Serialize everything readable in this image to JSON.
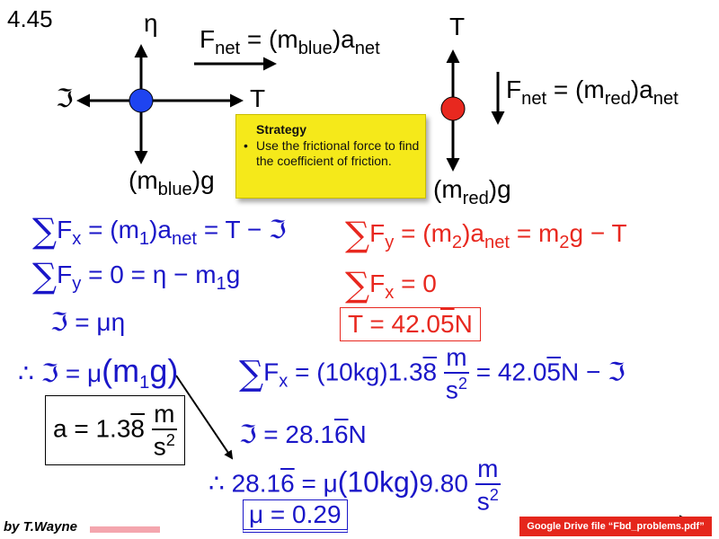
{
  "header": {
    "problem_number": "4.45"
  },
  "blue_fbd": {
    "up_label": "η",
    "left_label": "ℑ",
    "right_label": "T",
    "down_label_pre": "(m",
    "down_label_sub": "blue",
    "down_label_post": ")g",
    "fnet_pre": "F",
    "fnet_sub": "net",
    "fnet_mid": " = (m",
    "fnet_mass_sub": "blue",
    "fnet_post": ")a",
    "fnet_a_sub": "net",
    "dot_color": "#1e44f0"
  },
  "red_fbd": {
    "up_label": "T",
    "down_label_pre": "(m",
    "down_label_sub": "red",
    "down_label_post": ")g",
    "fnet_pre": "F",
    "fnet_sub": "net",
    "fnet_mid": " = (m",
    "fnet_mass_sub": "red",
    "fnet_post": ")a",
    "fnet_a_sub": "net",
    "dot_color": "#e8281f"
  },
  "strategy": {
    "title": "Strategy",
    "bullet": "Use the frictional force to find the coefficient of friction."
  },
  "blue_equations": {
    "sum_fx": {
      "lhs_sub": "x",
      "part1": " = (m",
      "m_sub": "1",
      "part2": ")a",
      "a_sub": "net",
      "part3": " = T − ℑ"
    },
    "sum_fy": {
      "lhs_sub": "y",
      "part1": " = 0 = η − m",
      "m_sub": "1",
      "part2": "g"
    },
    "friction_def": "ℑ = μη",
    "therefore": {
      "pre": "∴ ℑ = μ",
      "paren": "(m",
      "m_sub": "1",
      "post": "g)"
    },
    "accel_box": {
      "lhs": "a = 1.3",
      "overdigit": "8",
      "num": "m",
      "den_base": "s",
      "den_exp": "2"
    },
    "sum_fx_num": {
      "lhs_sub": "x",
      "part1": " = (10kg)1.3",
      "overdigit": "8",
      "num": "m",
      "den_base": "s",
      "den_exp": "2",
      "part2": " = 42.0",
      "overdigit2": "5",
      "part3": "N − ℑ"
    },
    "friction_value": {
      "pre": "ℑ = 28.1",
      "overdigit": "6",
      "post": "N"
    },
    "solve_mu": {
      "pre": "∴ 28.1",
      "overdigit": "6",
      "mid": " = μ",
      "paren": "(10kg)",
      "post": "9.80",
      "num": "m",
      "den_base": "s",
      "den_exp": "2"
    },
    "mu_result": "μ = 0.29"
  },
  "red_equations": {
    "sum_fy": {
      "lhs_sub": "y",
      "part1": " = (m",
      "m_sub": "2",
      "part2": ")a",
      "a_sub": "net",
      "part3": " = m",
      "m_sub2": "2",
      "part4": "g − T"
    },
    "sum_fx": {
      "lhs_sub": "x",
      "part1": " = 0"
    },
    "tension_box": {
      "pre": "T = 42.0",
      "overdigit": "5",
      "post": "N"
    }
  },
  "footer": {
    "author": "by T.Wayne",
    "drive_label": "Google Drive file “Fbd_problems.pdf”"
  },
  "colors": {
    "blue": "#1a16c8",
    "red": "#e8281f",
    "note_yellow": "#f5e91a"
  }
}
